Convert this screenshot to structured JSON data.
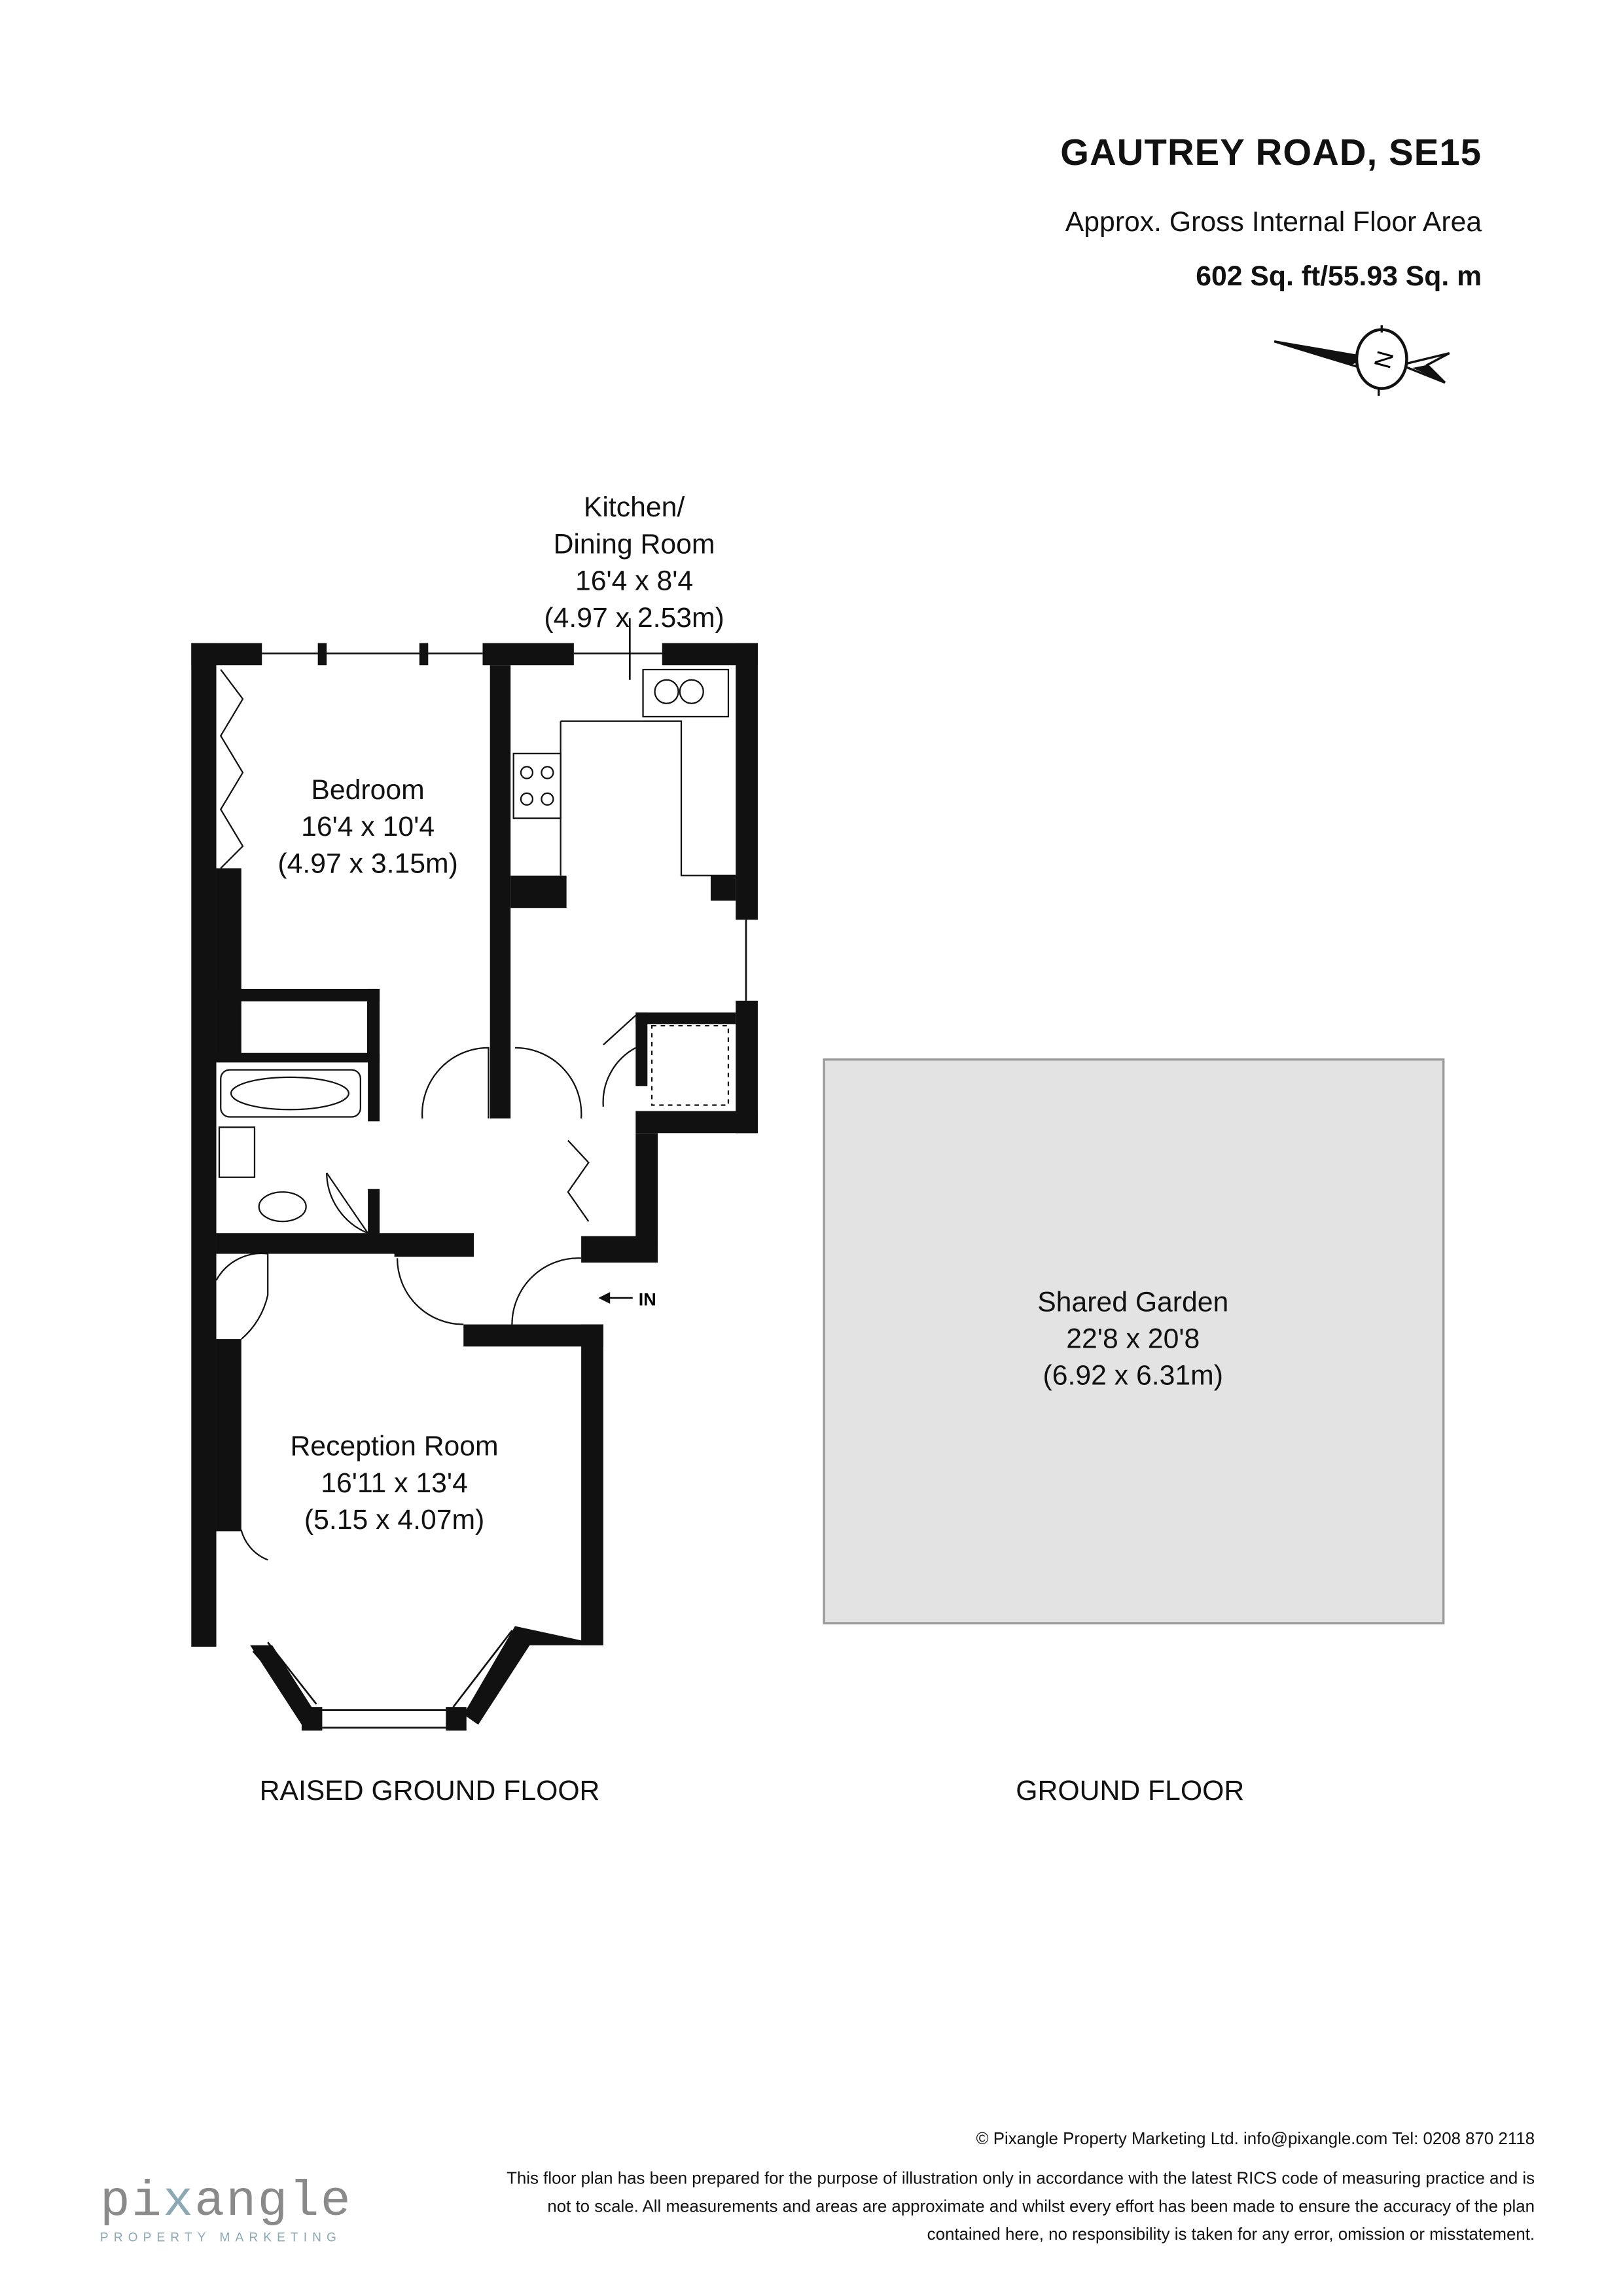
{
  "header": {
    "title": "GAUTREY ROAD, SE15",
    "subtitle": "Approx. Gross Internal Floor Area",
    "area": "602 Sq. ft/55.93 Sq. m",
    "compass_icon": "north-arrow-icon",
    "compass_letter": "N"
  },
  "rooms": {
    "kitchen": {
      "name1": "Kitchen/",
      "name2": "Dining Room",
      "imperial": "16'4 x 8'4",
      "metric": "(4.97 x 2.53m)"
    },
    "bedroom": {
      "name": "Bedroom",
      "imperial": "16'4 x 10'4",
      "metric": "(4.97 x 3.15m)"
    },
    "reception": {
      "name": "Reception Room",
      "imperial": "16'11 x 13'4",
      "metric": "(5.15 x 4.07m)"
    },
    "garden": {
      "name": "Shared Garden",
      "imperial": "22'8 x 20'8",
      "metric": "(6.92 x 6.31m)"
    }
  },
  "entrance_label": "IN",
  "floors": {
    "left": "RAISED GROUND FLOOR",
    "right": "GROUND FLOOR"
  },
  "colors": {
    "wall": "#111111",
    "garden_fill": "#e3e3e3",
    "garden_border": "#9a9a9a",
    "logo_grey": "#8a8a8a",
    "logo_blue": "#8aa9b5"
  },
  "footer": {
    "copyright": "© Pixangle Property Marketing Ltd. info@pixangle.com Tel: 0208 870 2118",
    "disclaimer1": "This floor plan has been prepared for the purpose of illustration only in accordance with the latest RICS code of measuring practice and is",
    "disclaimer2": "not to scale. All measurements and areas are approximate and whilst every effort has been made to ensure the accuracy of the plan",
    "disclaimer3": "contained here, no responsibility is taken for any error, omission or misstatement.",
    "logo": {
      "text_a": "pi",
      "text_x": "x",
      "text_b": "angle",
      "tagline": "PROPERTY MARKETING"
    }
  }
}
